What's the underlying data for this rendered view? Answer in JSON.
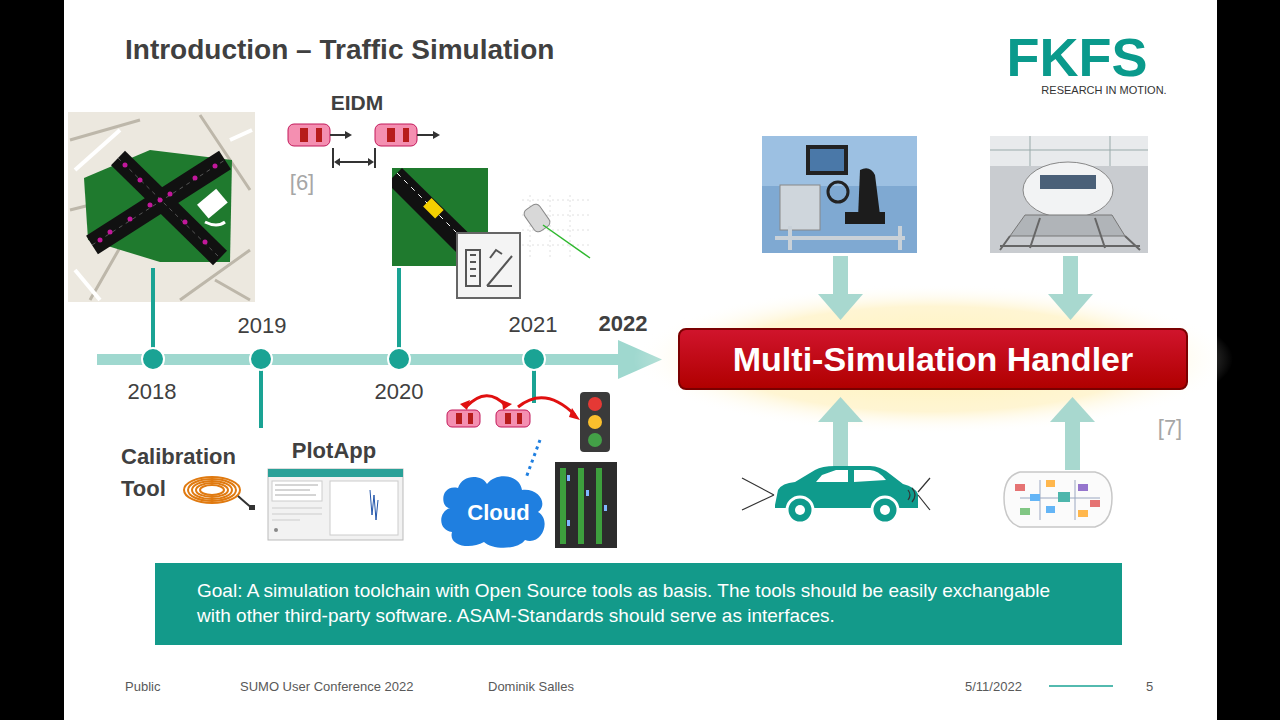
{
  "diagram": {
    "title": "Introduction – Traffic Simulation",
    "nodes": [
      {
        "text": [
          "Multi-Simulation Handler"
        ]
      },
      {
        "text": [
          "Cloud"
        ]
      },
      {
        "text": [
          "Goal: A simulation toolchain with Open Source tools as basis. The tools should be easily exchangable with other third-party software. ASAM-Standards should serve as interfaces."
        ]
      }
    ],
    "labels": [
      "FKFS",
      "RESEARCH IN MOTION.",
      "EIDM",
      "[6]",
      "2018",
      "2019",
      "2020",
      "2021",
      "2022",
      "Calibration Tool",
      "PlotApp",
      "[7]",
      "Public",
      "SUMO User Conference 2022",
      "Dominik Salles",
      "5/11/2022",
      "5"
    ]
  }
}
